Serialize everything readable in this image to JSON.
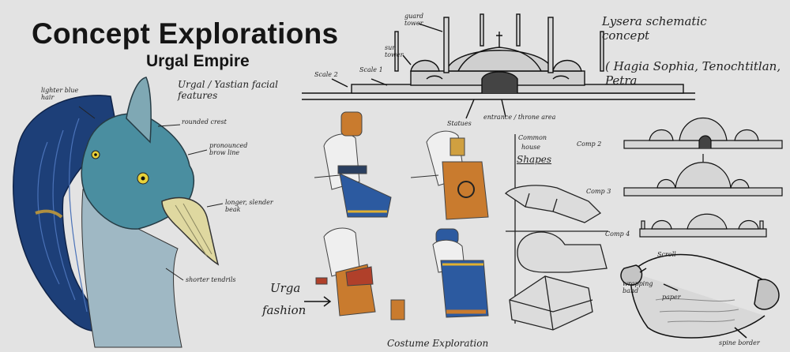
{
  "header": {
    "title": "Concept Explorations",
    "subtitle": "Urgal Empire"
  },
  "head_notes": {
    "hair": "lighter blue hair",
    "features": "Urgal / Yastian facial features",
    "crest": "rounded crest",
    "brow": "pronounced brow line",
    "beak": "longer, slender beak",
    "tendrils": "shorter tendrils"
  },
  "palace_notes": {
    "guard_tower": "guard tower",
    "sun_tower": "sun tower",
    "scale2": "Scale 2",
    "scale1": "Scale 1",
    "statues": "Statues",
    "entrance": "entrance / throne area",
    "concept_title": "Lysera schematic concept",
    "influences": "( Hagia Sophia, Tenochtitlan, Petra"
  },
  "costume_notes": {
    "urgal_fashion_line1": "Urga",
    "urgal_fashion_line2": "fashion",
    "caption": "Costume Exploration"
  },
  "shapes_notes": {
    "header_line1": "Common",
    "header_line2": "house",
    "header_line3": "Shapes"
  },
  "comp_notes": {
    "comp2": "Comp 2",
    "comp3": "Comp 3",
    "comp4": "Comp 4"
  },
  "scroll_notes": {
    "scroll": "Scroll",
    "wrapping": "wrapping band",
    "paper": "paper",
    "spine": "spine border"
  },
  "colors": {
    "background": "#e3e3e3",
    "skin": "#4a8ea0",
    "hair": "#1c3d73",
    "beak": "#dfd8a0",
    "orange": "#c97b2e",
    "blue": "#2c5aa0"
  }
}
